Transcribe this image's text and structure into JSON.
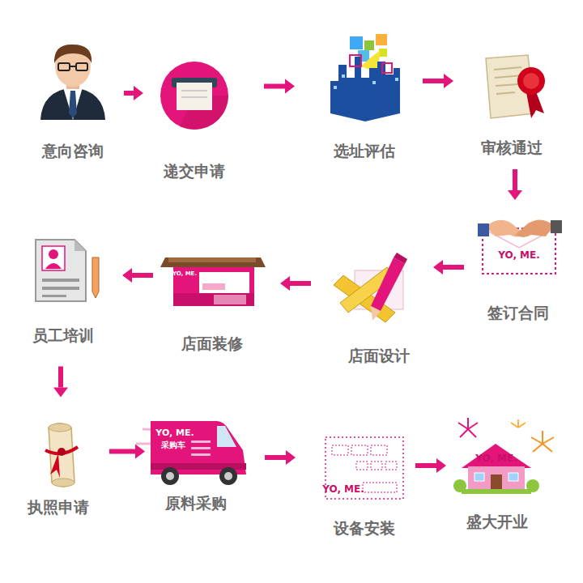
{
  "diagram": {
    "nodes": [
      {
        "text": [
          "意向咨询"
        ]
      },
      {
        "text": [
          "递交申请"
        ]
      },
      {
        "text": [
          "选址评估"
        ]
      },
      {
        "text": [
          "审核通过"
        ]
      },
      {
        "text": [
          "签订合同"
        ]
      },
      {
        "text": [
          "店面设计"
        ]
      },
      {
        "text": [
          "店面装修"
        ]
      },
      {
        "text": [
          "员工培训"
        ]
      },
      {
        "text": [
          "执照申请"
        ]
      },
      {
        "text": [
          "原料采购"
        ]
      },
      {
        "text": [
          "设备安装"
        ]
      },
      {
        "text": [
          "盛大开业"
        ]
      }
    ],
    "edges": [
      {
        "from": 0,
        "to": 1,
        "arrow": "to"
      },
      {
        "from": 1,
        "to": 2,
        "arrow": "to"
      },
      {
        "from": 2,
        "to": 3,
        "arrow": "to"
      },
      {
        "from": 3,
        "to": 4,
        "arrow": "to"
      },
      {
        "from": 4,
        "to": 5,
        "arrow": "to"
      },
      {
        "from": 5,
        "to": 6,
        "arrow": "to"
      },
      {
        "from": 6,
        "to": 7,
        "arrow": "to"
      },
      {
        "from": 7,
        "to": 8,
        "arrow": "to"
      },
      {
        "from": 8,
        "to": 9,
        "arrow": "to"
      },
      {
        "from": 9,
        "to": 10,
        "arrow": "to"
      },
      {
        "from": 10,
        "to": 11,
        "arrow": "to"
      }
    ],
    "labels": [
      "YO, ME.",
      "YO, ME.",
      "YO, ME.",
      "采购车",
      "YO, ME.",
      "YO, ME."
    ]
  }
}
